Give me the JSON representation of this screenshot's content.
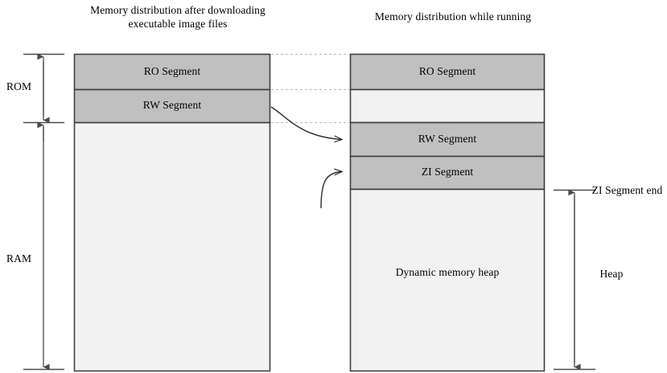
{
  "titles": {
    "left": "Memory distribution after downloading executable image files",
    "right": "Memory distribution while running"
  },
  "axis_labels": {
    "rom": "ROM",
    "ram": "RAM",
    "zi_segment_end": "ZI Segment end",
    "heap": "Heap"
  },
  "left_diagram": {
    "segments": [
      {
        "label": "RO Segment",
        "fill": "#C0C0C0"
      },
      {
        "label": "RW Segment",
        "fill": "#C0C0C0"
      },
      {
        "label": "",
        "fill": "#F2F2F2"
      }
    ]
  },
  "right_diagram": {
    "segments": [
      {
        "label": "RO Segment",
        "fill": "#C0C0C0"
      },
      {
        "label": "",
        "fill": "#F2F2F2"
      },
      {
        "label": "RW Segment",
        "fill": "#C0C0C0"
      },
      {
        "label": "ZI Segment",
        "fill": "#C0C0C0"
      },
      {
        "label": "Dynamic memory heap",
        "fill": "#F2F2F2"
      }
    ]
  },
  "colors": {
    "segment_gray": "#C0C0C0",
    "segment_light": "#F2F2F2",
    "outline": "#3F3F3F",
    "leader_dotted": "#BFBFBF",
    "arrow": "#595959",
    "text": "#000000",
    "background": "#FFFFFF"
  }
}
